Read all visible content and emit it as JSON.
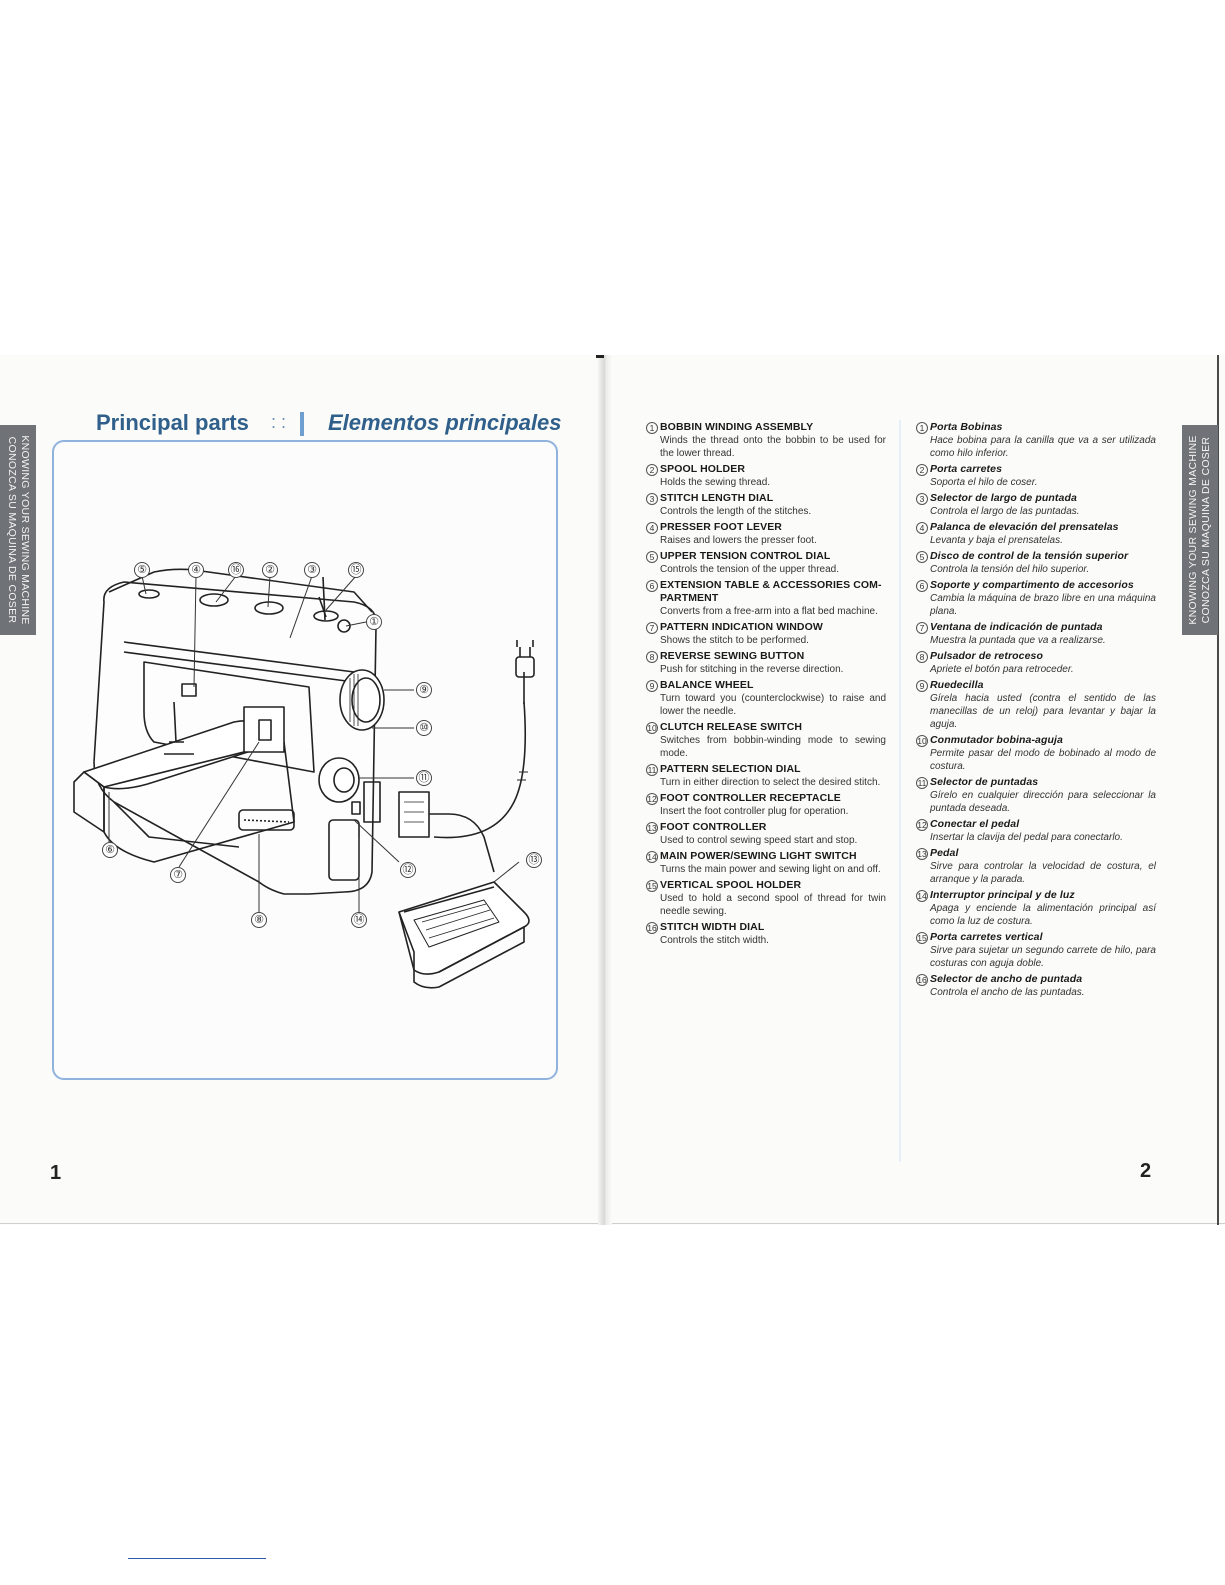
{
  "left_page": {
    "side_tab": [
      "KNOWING YOUR SEWING MACHINE",
      "CONOZCA SU MAQUINA DE COSER"
    ],
    "title_en": "Principal parts",
    "title_dots": ": :",
    "title_es": "Elementos principales",
    "page_number": "1",
    "callouts": [
      "⑤",
      "④",
      "⑯",
      "②",
      "③",
      "⑮",
      "①",
      "⑨",
      "⑩",
      "⑪",
      "⑫",
      "⑬",
      "⑭",
      "⑥",
      "⑦",
      "⑧"
    ]
  },
  "right_page": {
    "side_tab": [
      "KNOWING YOUR SEWING MACHINE",
      "CONOZCA SU MAQUINA DE COSER"
    ],
    "page_number": "2",
    "english_items": [
      {
        "num": "1",
        "heading": "BOBBIN WINDING ASSEMBLY",
        "desc": "Winds the thread onto the bobbin to be used for the lower thread."
      },
      {
        "num": "2",
        "heading": "SPOOL HOLDER",
        "desc": "Holds the sewing thread."
      },
      {
        "num": "3",
        "heading": "STITCH LENGTH DIAL",
        "desc": "Controls the length of the stitches."
      },
      {
        "num": "4",
        "heading": "PRESSER FOOT LEVER",
        "desc": "Raises and lowers the presser foot."
      },
      {
        "num": "5",
        "heading": "UPPER TENSION CONTROL DIAL",
        "desc": "Controls the tension of the upper thread."
      },
      {
        "num": "6",
        "heading": "EXTENSION TABLE & ACCESSORIES COM-PARTMENT",
        "desc": "Converts from a free-arm into a flat bed machine."
      },
      {
        "num": "7",
        "heading": "PATTERN INDICATION WINDOW",
        "desc": "Shows the stitch to be performed."
      },
      {
        "num": "8",
        "heading": "REVERSE SEWING BUTTON",
        "desc": "Push for stitching in the reverse direction."
      },
      {
        "num": "9",
        "heading": "BALANCE WHEEL",
        "desc": "Turn toward you (counterclockwise) to raise and lower the needle."
      },
      {
        "num": "10",
        "heading": "CLUTCH RELEASE SWITCH",
        "desc": "Switches from bobbin-winding mode to sewing mode."
      },
      {
        "num": "11",
        "heading": "PATTERN SELECTION DIAL",
        "desc": "Turn in either direction to select the desired stitch."
      },
      {
        "num": "12",
        "heading": "FOOT CONTROLLER RECEPTACLE",
        "desc": "Insert the foot controller plug for operation."
      },
      {
        "num": "13",
        "heading": "FOOT CONTROLLER",
        "desc": "Used to control sewing speed start and stop."
      },
      {
        "num": "14",
        "heading": "MAIN POWER/SEWING LIGHT SWITCH",
        "desc": "Turns the main power and sewing light on and off."
      },
      {
        "num": "15",
        "heading": "VERTICAL SPOOL HOLDER",
        "desc": "Used to hold a second spool of thread for twin needle sewing."
      },
      {
        "num": "16",
        "heading": "STITCH WIDTH DIAL",
        "desc": "Controls the stitch width."
      }
    ],
    "spanish_items": [
      {
        "num": "1",
        "heading": "Porta Bobinas",
        "desc": "Hace bobina para la canilla que va a ser utilizada como hilo inferior."
      },
      {
        "num": "2",
        "heading": "Porta carretes",
        "desc": "Soporta el hilo de coser."
      },
      {
        "num": "3",
        "heading": "Selector de largo de puntada",
        "desc": "Controla el largo de las puntadas."
      },
      {
        "num": "4",
        "heading": "Palanca de elevación del prensatelas",
        "desc": "Levanta y baja el prensatelas."
      },
      {
        "num": "5",
        "heading": "Disco de control de la tensión superior",
        "desc": "Controla la tensión del hilo superior."
      },
      {
        "num": "6",
        "heading": "Soporte y compartimento de accesorios",
        "desc": "Cambia la máquina de brazo libre en una máquina plana."
      },
      {
        "num": "7",
        "heading": "Ventana de indicación de puntada",
        "desc": "Muestra la puntada que va a realizarse."
      },
      {
        "num": "8",
        "heading": "Pulsador de retroceso",
        "desc": "Apriete el botón para retroceder."
      },
      {
        "num": "9",
        "heading": "Ruedecilla",
        "desc": "Gírela hacia usted (contra el sentido de las manecillas de un reloj) para levantar y bajar la aguja."
      },
      {
        "num": "10",
        "heading": "Conmutador bobina-aguja",
        "desc": "Permite pasar del modo de bobinado al modo de costura."
      },
      {
        "num": "11",
        "heading": "Selector de puntadas",
        "desc": "Gírelo en cualquier dirección para seleccionar la puntada deseada."
      },
      {
        "num": "12",
        "heading": "Conectar el pedal",
        "desc": "Insertar la clavija del pedal para conectarlo."
      },
      {
        "num": "13",
        "heading": "Pedal",
        "desc": "Sirve para controlar la velocidad de costura, el arranque y la parada."
      },
      {
        "num": "14",
        "heading": "Interruptor principal y de luz",
        "desc": "Apaga y enciende la alimentación principal así como la luz de costura."
      },
      {
        "num": "15",
        "heading": "Porta carretes vertical",
        "desc": "Sirve para sujetar un segundo carrete de hilo, para costuras con aguja doble."
      },
      {
        "num": "16",
        "heading": "Selector de ancho de puntada",
        "desc": "Controla el ancho de las puntadas."
      }
    ]
  }
}
